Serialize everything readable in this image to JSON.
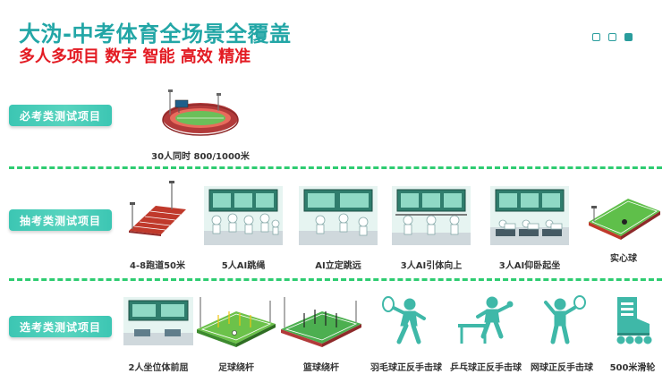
{
  "header": {
    "title": "大沩-中考体育全场景全覆盖",
    "subtitle": "多人多项目 数字 智能 高效 精准"
  },
  "pager": {
    "count": 3,
    "active": 3
  },
  "categories": {
    "required": "必考类测试项目",
    "drawn": "抽考类测试项目",
    "elective": "选考类测试项目"
  },
  "required_items": [
    {
      "label": "30人同时 800/1000米",
      "icon": "running-track-stadium"
    }
  ],
  "drawn_items": [
    {
      "label": "4-8跑道50米",
      "icon": "sprint-track"
    },
    {
      "label": "5人AI跳绳",
      "icon": "ai-jump-rope-screen"
    },
    {
      "label": "AI立定跳远",
      "icon": "ai-standing-long-jump-screen"
    },
    {
      "label": "3人AI引体向上",
      "icon": "ai-pull-up-screen"
    },
    {
      "label": "3人AI仰卧起坐",
      "icon": "ai-sit-up-screen"
    },
    {
      "label": "实心球",
      "icon": "medicine-ball-field"
    }
  ],
  "elective_items": [
    {
      "label": "2人坐位体前屈",
      "icon": "sit-and-reach-screen"
    },
    {
      "label": "足球绕杆",
      "icon": "football-dribble-field"
    },
    {
      "label": "篮球绕杆",
      "icon": "basketball-dribble-field"
    },
    {
      "label": "羽毛球正反手击球",
      "icon": "badminton-player-icon"
    },
    {
      "label": "乒乓球正反手击球",
      "icon": "table-tennis-player-icon"
    },
    {
      "label": "网球正反手击球",
      "icon": "tennis-player-icon"
    },
    {
      "label": "500米滑轮",
      "icon": "roller-skate-icon"
    }
  ],
  "colors": {
    "accent_teal": "#22a6a6",
    "accent_red": "#e31b23",
    "label_green": "#3cc6b3",
    "divider_green": "#2ecc71"
  }
}
